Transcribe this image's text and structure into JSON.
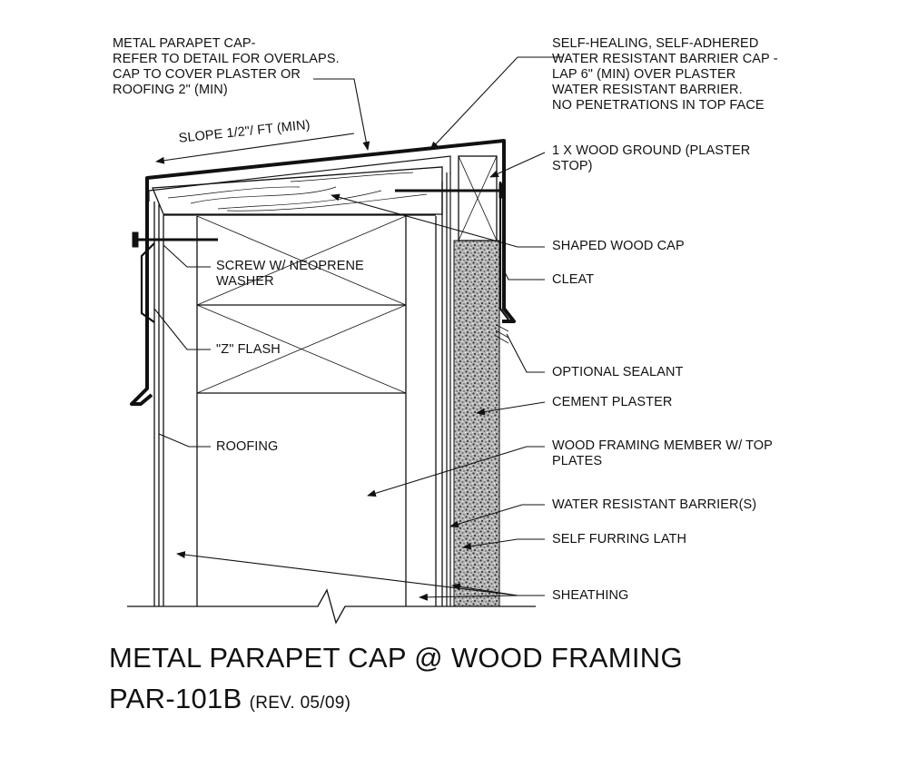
{
  "labels": {
    "metal_cap": [
      "METAL PARAPET CAP-",
      "REFER TO DETAIL FOR OVERLAPS.",
      "CAP TO COVER PLASTER OR",
      "ROOFING 2\" (MIN)"
    ],
    "self_healing": [
      "SELF-HEALING, SELF-ADHERED",
      "WATER RESISTANT BARRIER CAP -",
      "LAP 6\" (MIN) OVER PLASTER",
      "WATER RESISTANT BARRIER.",
      "NO PENETRATIONS IN TOP FACE"
    ],
    "slope": "SLOPE 1/2\"/ FT (MIN)",
    "wood_ground": [
      "1 x WOOD GROUND (PLASTER",
      "STOP)"
    ],
    "shaped_wood_cap": "SHAPED WOOD CAP",
    "cleat": "CLEAT",
    "screw": [
      "SCREW W/ NEOPRENE",
      "WASHER"
    ],
    "z_flash": "\"Z\" FLASH",
    "optional_sealant": "OPTIONAL SEALANT",
    "cement_plaster": "CEMENT PLASTER",
    "wood_framing": [
      "WOOD FRAMING MEMBER W/ TOP",
      "PLATES"
    ],
    "roofing": "ROOFING",
    "wrb": "WATER RESISTANT BARRIER(S)",
    "lath": "SELF FURRING LATH",
    "sheathing": "SHEATHING"
  },
  "title": {
    "main": "METAL PARAPET CAP @ WOOD FRAMING",
    "code": "PAR-101B",
    "rev": "(REV. 05/09)"
  },
  "colors": {
    "ink": "#111111",
    "background": "#ffffff"
  }
}
